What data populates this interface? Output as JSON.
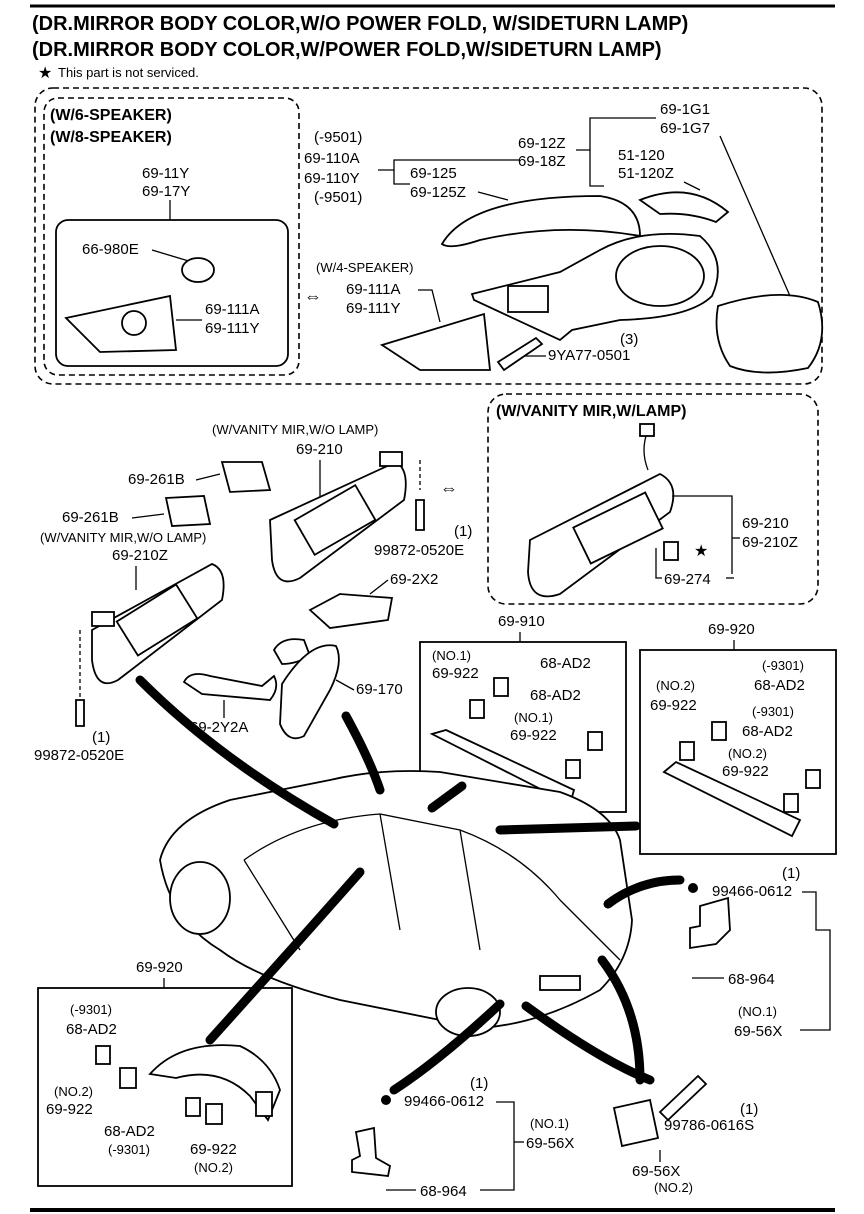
{
  "header": {
    "line1": "(DR.MIRROR BODY COLOR,W/O POWER FOLD, W/SIDETURN LAMP)",
    "line2": "(DR.MIRROR BODY COLOR,W/POWER FOLD,W/SIDETURN LAMP)",
    "note": "This part is not serviced."
  },
  "groups": {
    "speaker68": [
      "(W/6-SPEAKER)",
      "(W/8-SPEAKER)"
    ],
    "speaker4": "(W/4-SPEAKER)",
    "vanity_lamp": "(W/VANITY MIR,W/LAMP)",
    "vanity_nolamp_a": "(W/VANITY MIR,W/O LAMP)",
    "vanity_nolamp_b": "(W/VANITY MIR,W/O LAMP)"
  },
  "labels": {
    "p9501a": "(-9501)",
    "p69_110A": "69-110A",
    "p69_110Y": "69-110Y",
    "p9501b": "(-9501)",
    "p69_12Z": "69-12Z",
    "p69_18Z": "69-18Z",
    "p69_125": "69-125",
    "p69_125Z": "69-125Z",
    "p69_1G1": "69-1G1",
    "p69_1G7": "69-1G7",
    "p51_120": "51-120",
    "p51_120Z": "51-120Z",
    "p69_11Y": "69-11Y",
    "p69_17Y": "69-17Y",
    "p66_980E": "66-980E",
    "p69_111A_a": "69-111A",
    "p69_111Y_a": "69-111Y",
    "p69_111A_b": "69-111A",
    "p69_111Y_b": "69-111Y",
    "q3": "(3)",
    "p9YA77": "9YA77-0501",
    "p69_210a": "69-210",
    "p69_261B_a": "69-261B",
    "p69_261B_b": "69-261B",
    "q1a": "(1)",
    "p99872a": "99872-0520E",
    "p69_210Z_a": "69-210Z",
    "p69_2X2": "69-2X2",
    "p69_170": "69-170",
    "p69_2Y2A": "69-2Y2A",
    "q1b": "(1)",
    "p99872b": "99872-0520E",
    "p69_210b": "69-210",
    "p69_210Z_b": "69-210Z",
    "p69_274": "69-274",
    "p69_910": "69-910",
    "no1a": "(NO.1)",
    "p69_922a": "69-922",
    "p68_AD2a": "68-AD2",
    "p68_AD2b": "68-AD2",
    "no1b": "(NO.1)",
    "p69_922b": "69-922",
    "p69_920a": "69-920",
    "q9301a": "(-9301)",
    "p68_AD2c": "68-AD2",
    "no2a": "(NO.2)",
    "p69_922c": "69-922",
    "q9301b": "(-9301)",
    "p68_AD2d": "68-AD2",
    "no2b": "(NO.2)",
    "p69_922d": "69-922",
    "q1c": "(1)",
    "p99466a": "99466-0612",
    "p68_964a": "68-964",
    "no1c": "(NO.1)",
    "p69_56Xa": "69-56X",
    "p69_920b": "69-920",
    "q9301c": "(-9301)",
    "p68_AD2e": "68-AD2",
    "no2c": "(NO.2)",
    "p69_922e": "69-922",
    "p68_AD2f": "68-AD2",
    "q9301d": "(-9301)",
    "p69_922f": "69-922",
    "no2d": "(NO.2)",
    "q1d": "(1)",
    "p99466b": "99466-0612",
    "no1d": "(NO.1)",
    "p69_56Xb": "69-56X",
    "p68_964b": "68-964",
    "q1e": "(1)",
    "p99786": "99786-0616S",
    "p69_56Xc": "69-56X",
    "no2e": "(NO.2)"
  }
}
